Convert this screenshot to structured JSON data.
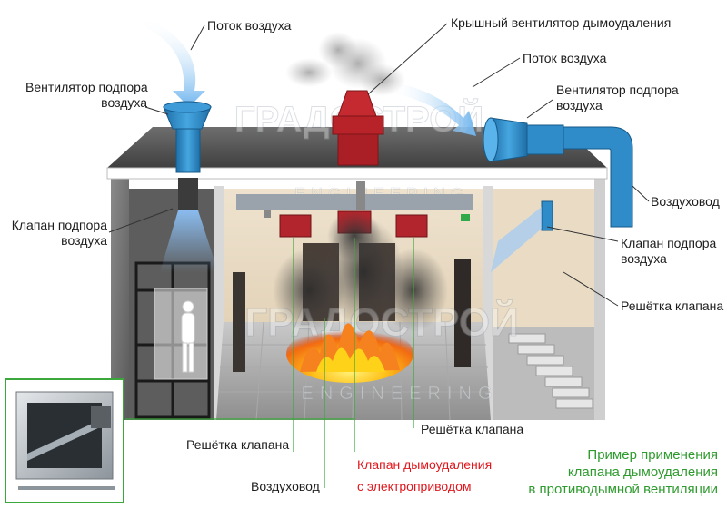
{
  "labels": {
    "air_flow_left": "Поток воздуха",
    "roof_smoke_fan": "Крышный вентилятор дымоудаления",
    "air_flow_right": "Поток воздуха",
    "supply_fan_left": [
      "Вентилятор подпора",
      "воздуха"
    ],
    "supply_fan_right": [
      "Вентилятор подпора",
      "воздуха"
    ],
    "supply_valve_left": [
      "Клапан подпора",
      "воздуха"
    ],
    "duct_right": "Воздуховод",
    "supply_valve_right": [
      "Клапан подпора",
      "воздуха"
    ],
    "grille_right": "Решётка клапана",
    "grille_center": "Решётка клапана",
    "grille_bottom": "Решётка клапана",
    "duct_bottom": "Воздуховод",
    "smoke_valve": [
      "Клапан дымоудаления",
      "с электроприводом"
    ],
    "caption": [
      "Пример применения",
      "клапана дымоудаления",
      "в противодымной вентиляции"
    ]
  },
  "watermark": {
    "brand": "ГРАДОСТРОЙ",
    "sub": "ENGINEERING"
  },
  "colors": {
    "fan_blue": "#2b8fd0",
    "duct_blue": "#2f8cc9",
    "roof_fan_red": "#b8232a",
    "fire_orange": "#f5821f",
    "fire_yellow": "#ffd21a",
    "leader_green": "#3aa83a",
    "caption_green": "#2f9b2f",
    "caption_red": "#e0171d",
    "roof_gray": "#5c5c5c",
    "wall_beige": "#e8d8c0"
  }
}
